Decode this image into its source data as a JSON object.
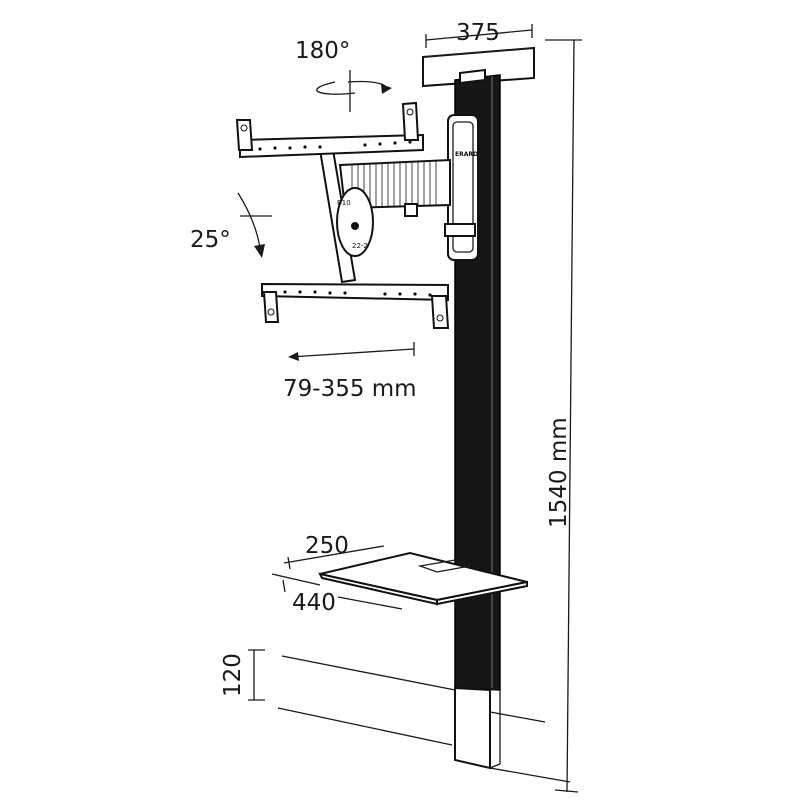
{
  "labels": {
    "rotation": "180°",
    "tilt": "25°",
    "extension": "79-355 mm",
    "top_width": "375",
    "height": "1540 mm",
    "shelf_depth": "250",
    "shelf_width": "440",
    "floor_clearance": "120"
  },
  "logo": "ERARD",
  "colors": {
    "line": "#1a1a1a",
    "column": "#161616",
    "background": "#ffffff"
  }
}
